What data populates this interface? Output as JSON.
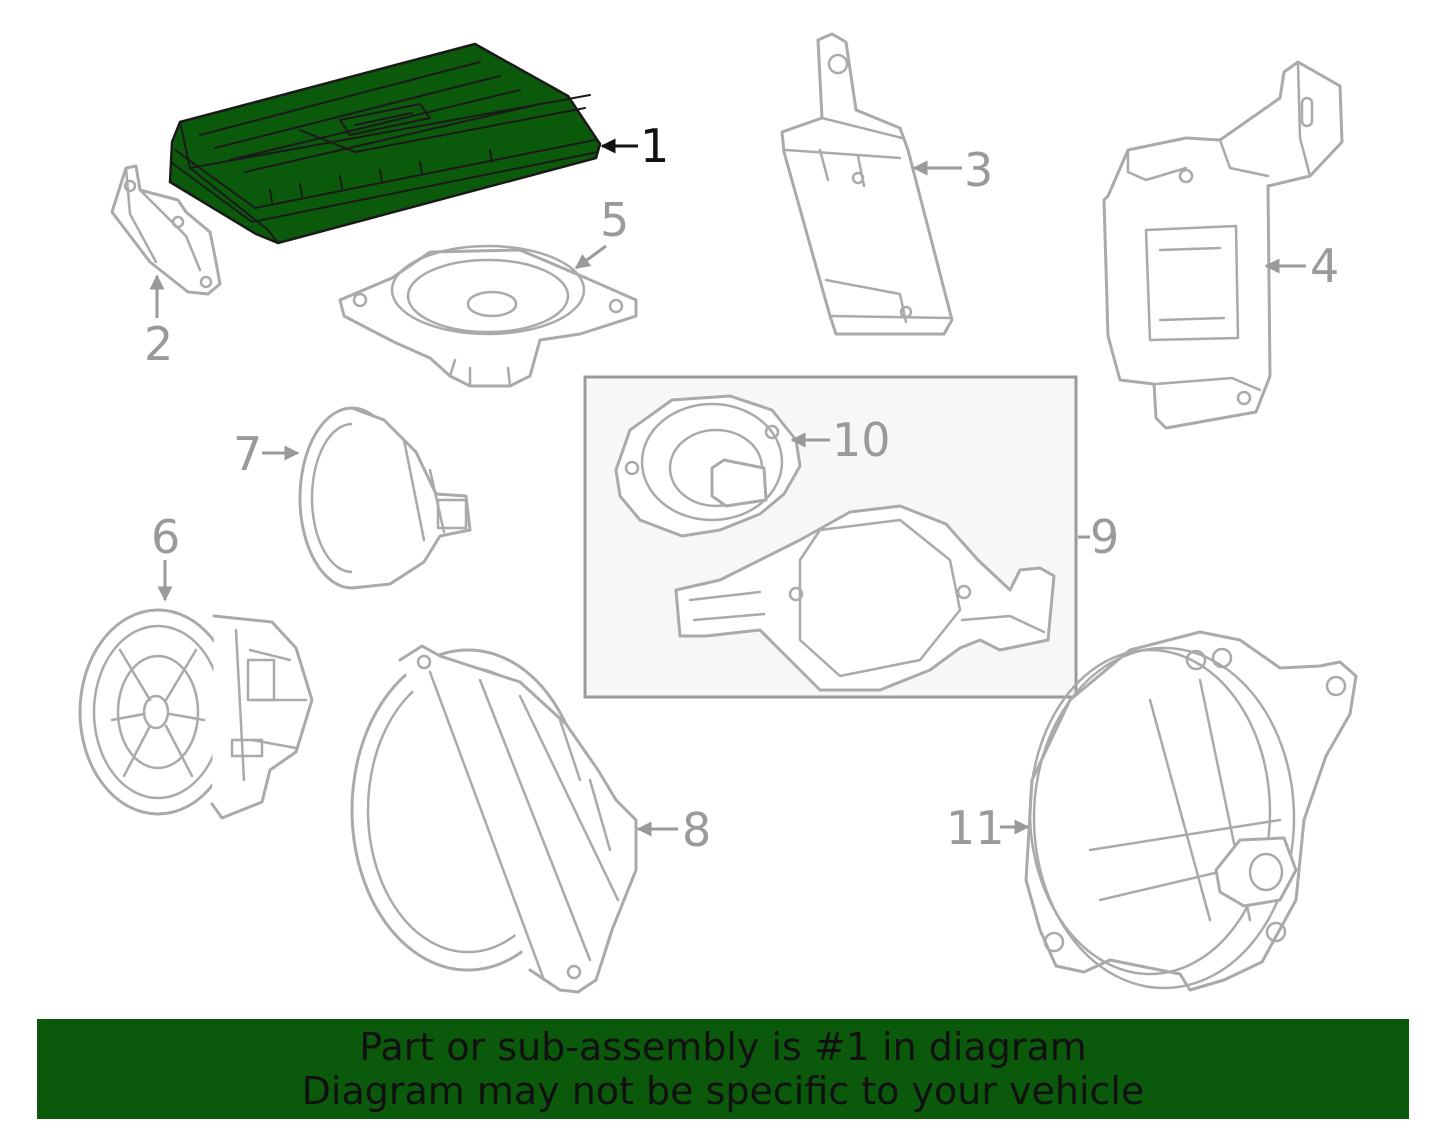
{
  "highlight_color": "#0b5a0b",
  "banner": {
    "line1": "Part or sub-assembly is #1 in diagram",
    "line2": "Diagram may not be specific to your vehicle"
  },
  "callouts": [
    {
      "id": "1",
      "label": "1",
      "highlighted": true
    },
    {
      "id": "2",
      "label": "2",
      "highlighted": false
    },
    {
      "id": "3",
      "label": "3",
      "highlighted": false
    },
    {
      "id": "4",
      "label": "4",
      "highlighted": false
    },
    {
      "id": "5",
      "label": "5",
      "highlighted": false
    },
    {
      "id": "6",
      "label": "6",
      "highlighted": false
    },
    {
      "id": "7",
      "label": "7",
      "highlighted": false
    },
    {
      "id": "8",
      "label": "8",
      "highlighted": false
    },
    {
      "id": "9",
      "label": "9",
      "highlighted": false
    },
    {
      "id": "10",
      "label": "10",
      "highlighted": false
    },
    {
      "id": "11",
      "label": "11",
      "highlighted": false
    }
  ]
}
